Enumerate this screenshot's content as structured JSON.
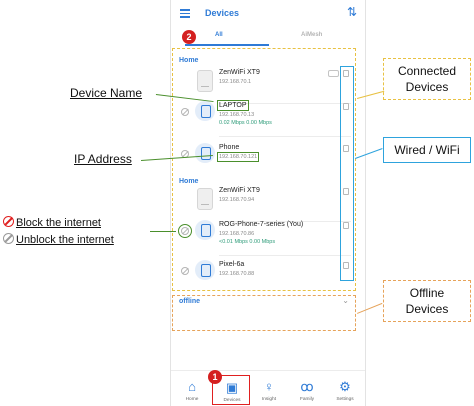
{
  "app": {
    "title": "Devices",
    "tabs": [
      {
        "label": "All",
        "active": true
      },
      {
        "label": "AiMesh",
        "active": false
      }
    ]
  },
  "sections": [
    {
      "label": "Home",
      "devices": [
        {
          "name": "ZenWiFi XT9",
          "ip": "192.168.70.1",
          "speed": "",
          "type": "router"
        },
        {
          "name": "LAPTOP",
          "ip": "192.168.70.13",
          "speed": "0.02 Mbps  0.00 Mbps",
          "type": "client"
        },
        {
          "name": "Phone",
          "ip": "192.168.70.121",
          "speed": "",
          "type": "client"
        }
      ]
    },
    {
      "label": "Home",
      "devices": [
        {
          "name": "ZenWiFi XT9",
          "ip": "192.168.70.94",
          "speed": "",
          "type": "router"
        },
        {
          "name": "ROG-Phone-7-series (You)",
          "ip": "192.168.70.86",
          "speed": "<0.01 Mbps  0.00 Mbps",
          "type": "client"
        },
        {
          "name": "Pixel-6a",
          "ip": "192.168.70.88",
          "speed": "",
          "type": "client"
        }
      ]
    }
  ],
  "offline_label": "offline",
  "bottom_nav": [
    {
      "label": "Home",
      "icon": "home-icon",
      "glyph": "⌂"
    },
    {
      "label": "Devices",
      "icon": "devices-icon",
      "glyph": "▣"
    },
    {
      "label": "Insight",
      "icon": "lightbulb-icon",
      "glyph": "♀"
    },
    {
      "label": "Family",
      "icon": "family-icon",
      "glyph": "ꝏ"
    },
    {
      "label": "Settings",
      "icon": "gear-icon",
      "glyph": "⚙"
    }
  ],
  "badges": {
    "tabs": "2",
    "nav": "1"
  },
  "annotations": {
    "device_name": "Device Name",
    "ip_address": "IP Address",
    "block": "Block the internet",
    "unblock": "Unblock the internet",
    "connected_devices": "Connected Devices",
    "wired_wifi": "Wired / WiFi",
    "offline_devices": "Offline Devices"
  },
  "colors": {
    "accent": "#2f7bd6",
    "badge": "#d42020",
    "callout_yellow": "#e8c142",
    "callout_orange": "#e6a35a",
    "callout_blue": "#2ea3dd",
    "callout_green": "#4a8f2c"
  }
}
